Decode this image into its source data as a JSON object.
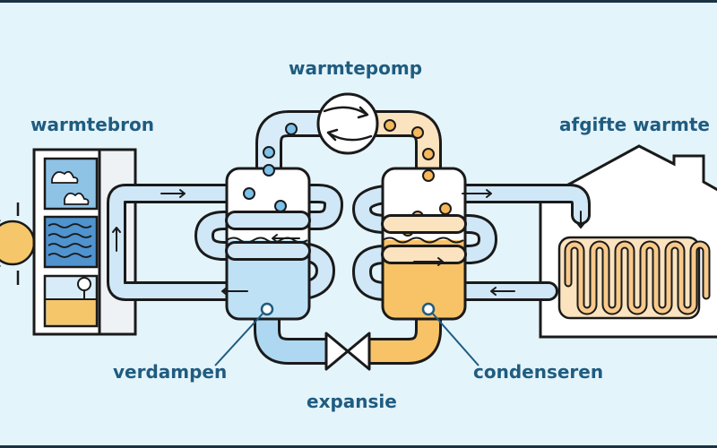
{
  "labels": {
    "title": "warmtepomp",
    "source": "warmtebron",
    "output": "afgifte warmte",
    "evaporator": "verdampen",
    "condenser": "condenseren",
    "expansion": "expansie"
  }
}
